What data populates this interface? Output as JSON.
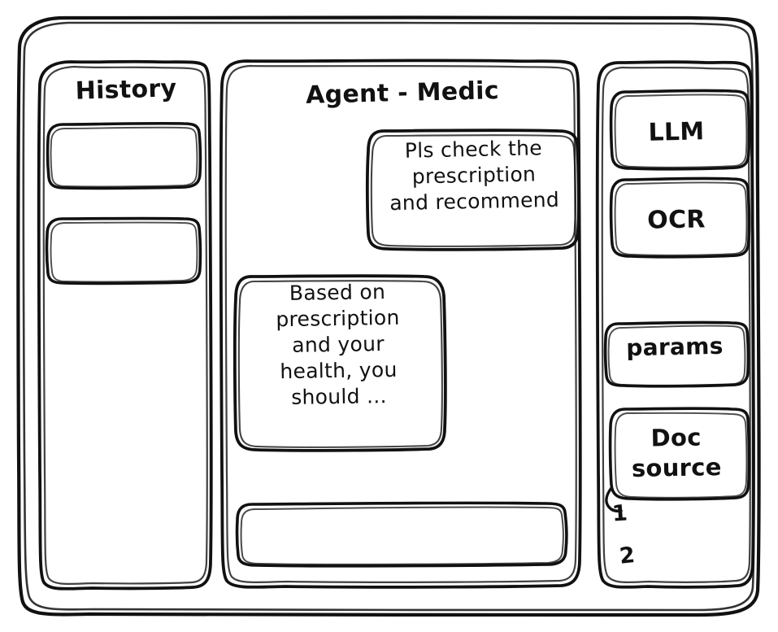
{
  "app": {
    "style": "hand-drawn-wireframe",
    "stroke_color": "#111111",
    "background_color": "#ffffff"
  },
  "sidebar_left": {
    "title": "History",
    "items": [
      {
        "label": ""
      },
      {
        "label": ""
      }
    ]
  },
  "main": {
    "title": "Agent - Medic",
    "messages": [
      {
        "role": "user",
        "text": "Pls check the\nprescription\nand recommend"
      },
      {
        "role": "assistant",
        "text": "Based on\nprescription\nand your\nhealth, you\nshould ..."
      }
    ],
    "composer": {
      "value": "",
      "placeholder": ""
    }
  },
  "sidebar_right": {
    "tools": [
      {
        "label": "LLM"
      },
      {
        "label": "OCR"
      }
    ],
    "params": {
      "label": "params"
    },
    "doc_source": {
      "label": "Doc\nsource",
      "items": [
        {
          "label": "1"
        },
        {
          "label": "2"
        }
      ]
    }
  }
}
